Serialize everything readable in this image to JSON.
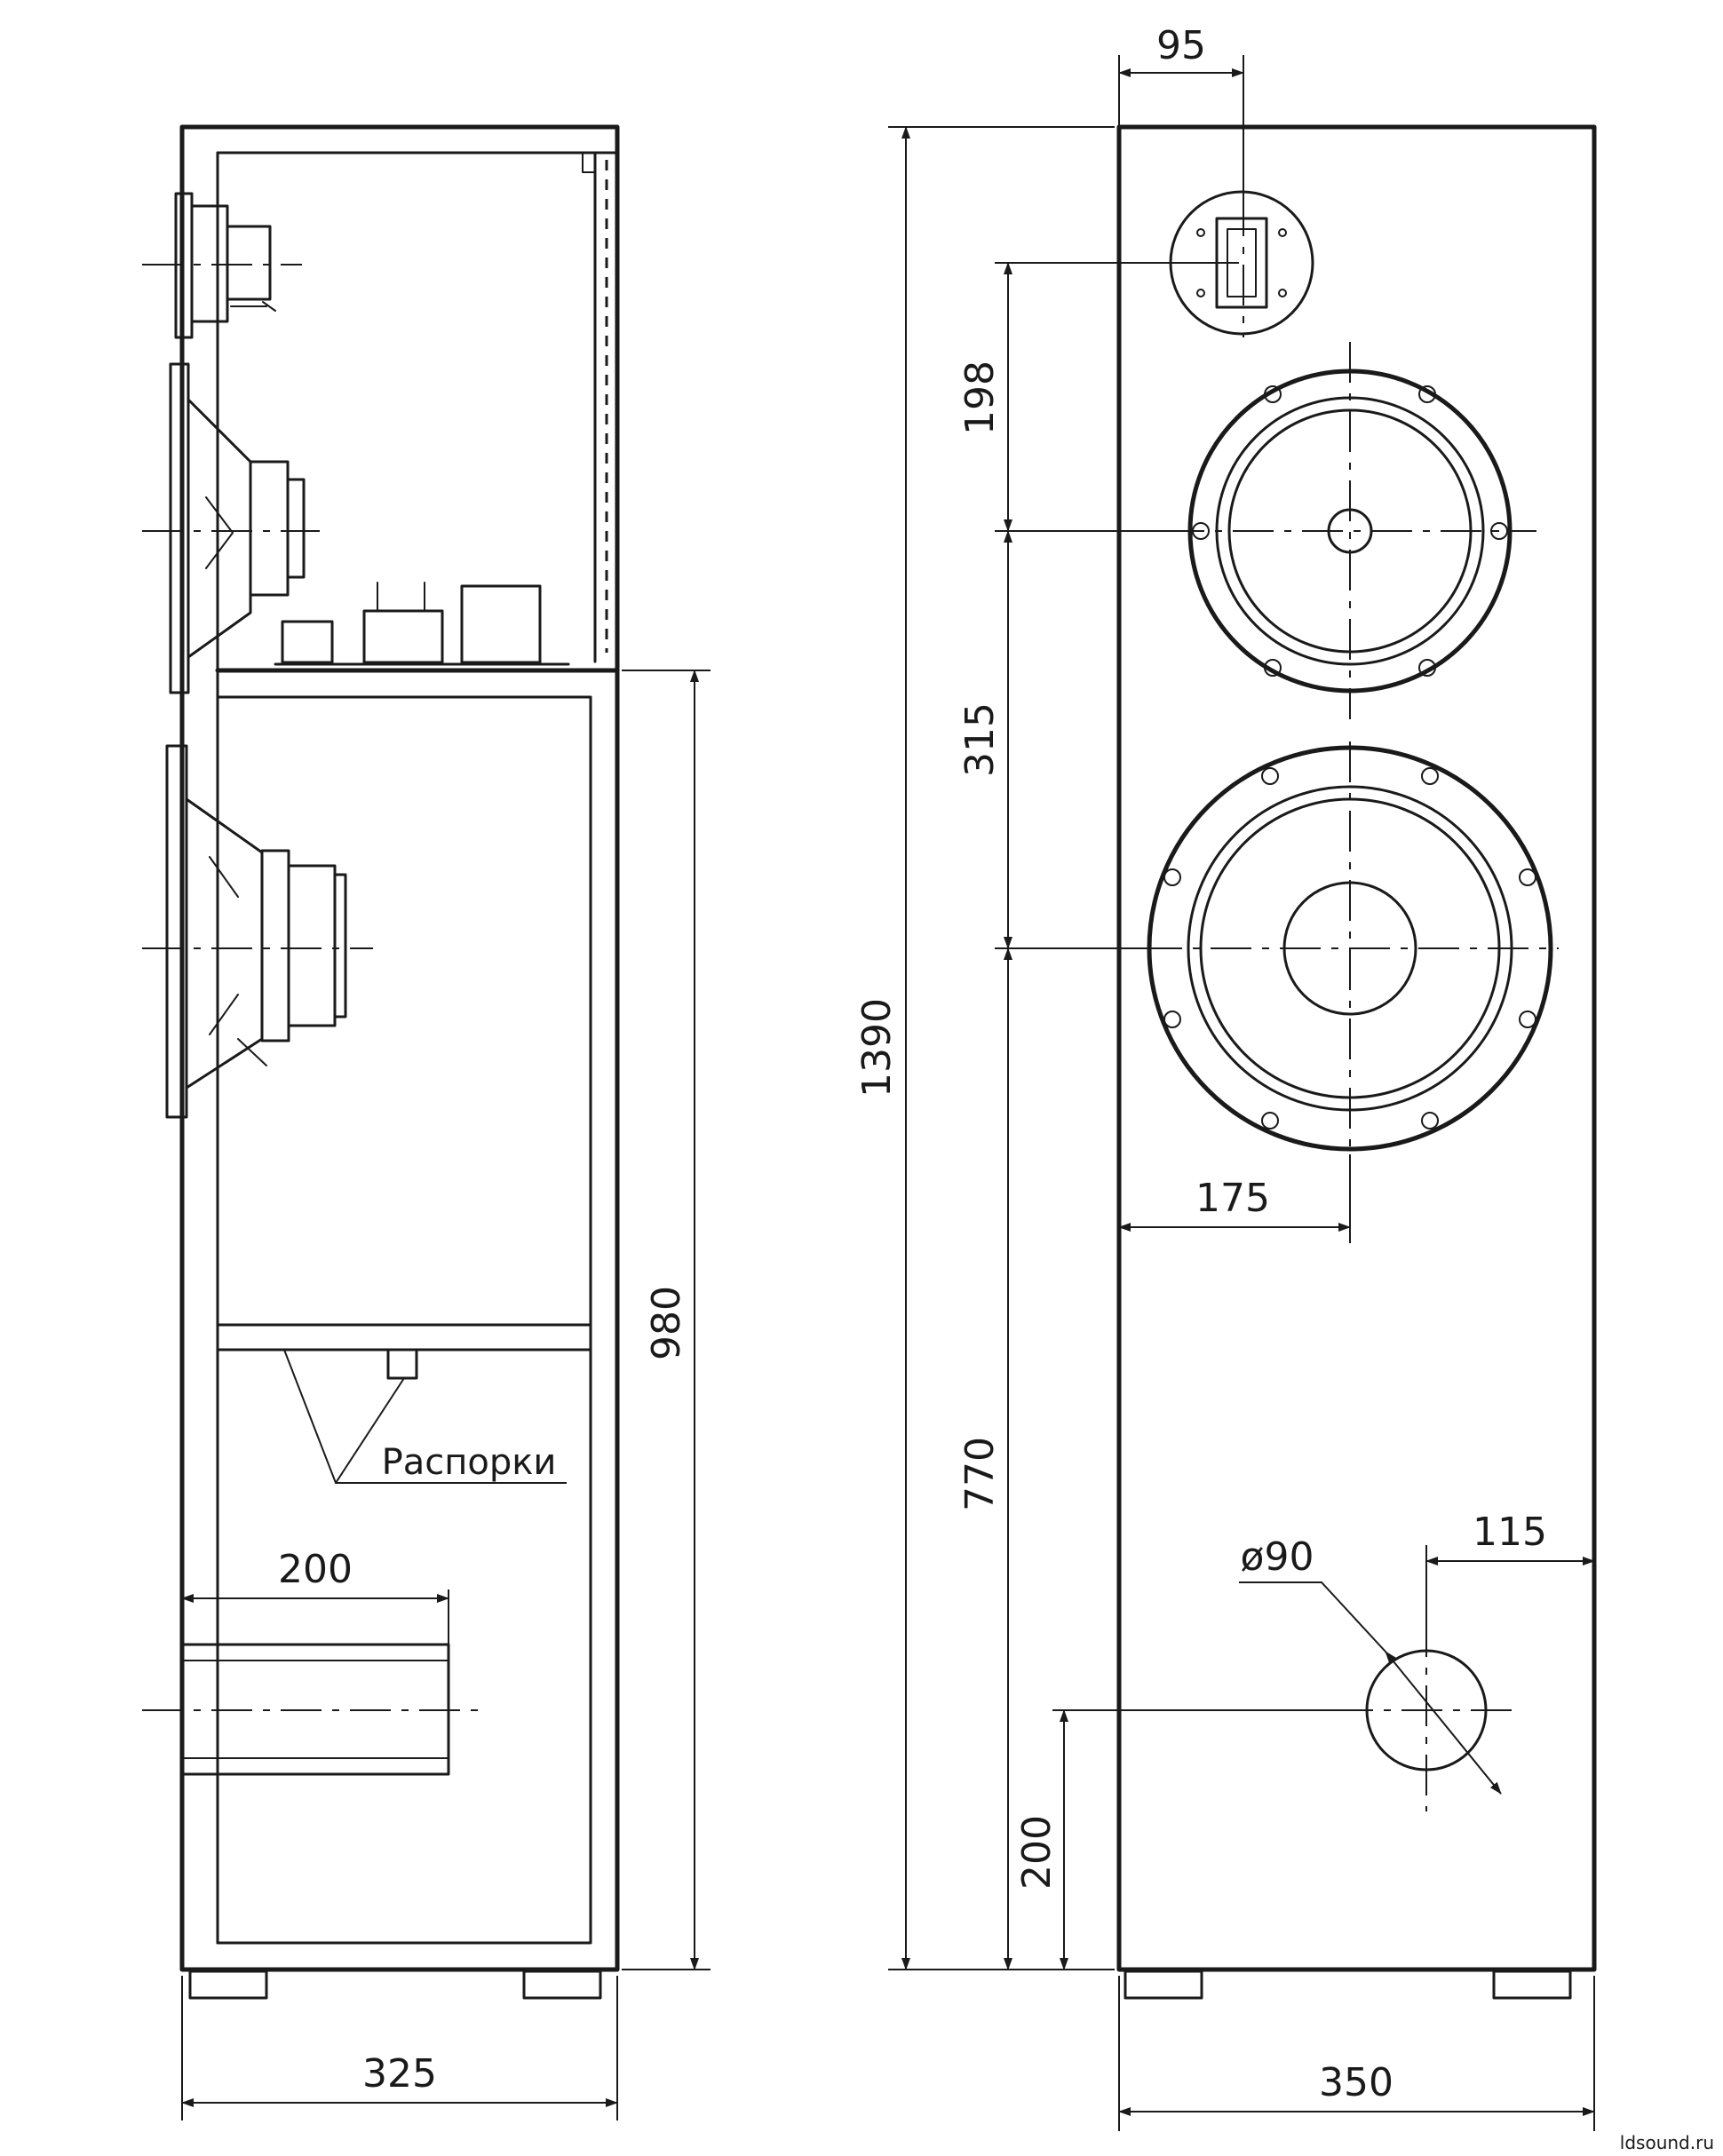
{
  "dimensions": {
    "side_width": "325",
    "front_width": "350",
    "total_height": "1390",
    "lower_height": "980",
    "port_depth": "200",
    "port_height": "200",
    "port_offset": "115",
    "port_diameter": "ø90",
    "tweeter_offset": "95",
    "tweeter_to_mid": "198",
    "mid_to_woofer": "315",
    "woofer_height": "770",
    "woofer_offset": "175"
  },
  "labels": {
    "braces": "Распорки"
  },
  "watermark": "ldsound.ru"
}
